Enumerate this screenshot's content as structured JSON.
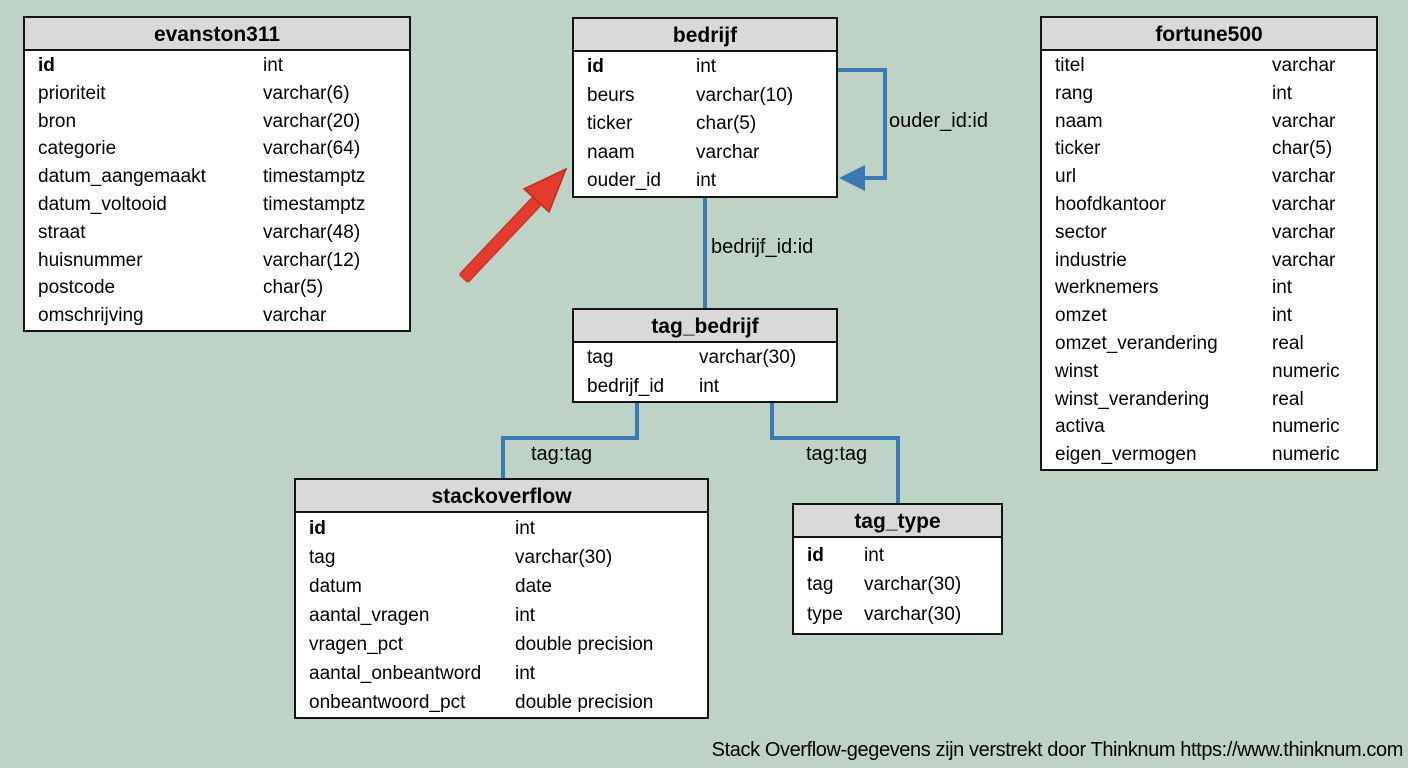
{
  "diagram_title": "database schema: Stack Overflow / Fortune 500 tag diagram (Dutch)",
  "colors": {
    "background": "#bed3c6",
    "table_header_bg": "#d9d9d9",
    "table_body_bg": "#ffffff",
    "table_border": "#141414",
    "relation_line_blue": "#3b79b5",
    "annotation_arrow_red": "#e53b2d",
    "text": "#000000"
  },
  "icons": {
    "red_arrow": "diagonal-arrow-pointing-up-right-at-bedrijf-table"
  },
  "tables": [
    {
      "title": "evanston311",
      "fields": [
        {
          "name": "id",
          "type": "int",
          "pk": true
        },
        {
          "name": "prioriteit",
          "type": "varchar(6)",
          "pk": false
        },
        {
          "name": "bron",
          "type": "varchar(20)",
          "pk": false
        },
        {
          "name": "categorie",
          "type": "varchar(64)",
          "pk": false
        },
        {
          "name": "datum_aangemaakt",
          "type": "timestamptz",
          "pk": false
        },
        {
          "name": "datum_voltooid",
          "type": "timestamptz",
          "pk": false
        },
        {
          "name": "straat",
          "type": "varchar(48)",
          "pk": false
        },
        {
          "name": "huisnummer",
          "type": "varchar(12)",
          "pk": false
        },
        {
          "name": "postcode",
          "type": "char(5)",
          "pk": false
        },
        {
          "name": "omschrijving",
          "type": "varchar",
          "pk": false
        }
      ]
    },
    {
      "title": "bedrijf",
      "fields": [
        {
          "name": "id",
          "type": "int",
          "pk": true
        },
        {
          "name": "beurs",
          "type": "varchar(10)",
          "pk": false
        },
        {
          "name": "ticker",
          "type": "char(5)",
          "pk": false
        },
        {
          "name": "naam",
          "type": "varchar",
          "pk": false
        },
        {
          "name": "ouder_id",
          "type": "int",
          "pk": false
        }
      ]
    },
    {
      "title": "fortune500",
      "fields": [
        {
          "name": "titel",
          "type": "varchar",
          "pk": false
        },
        {
          "name": "rang",
          "type": "int",
          "pk": false
        },
        {
          "name": "naam",
          "type": "varchar",
          "pk": false
        },
        {
          "name": "ticker",
          "type": "char(5)",
          "pk": false
        },
        {
          "name": "url",
          "type": "varchar",
          "pk": false
        },
        {
          "name": "hoofdkantoor",
          "type": "varchar",
          "pk": false
        },
        {
          "name": "sector",
          "type": "varchar",
          "pk": false
        },
        {
          "name": "industrie",
          "type": "varchar",
          "pk": false
        },
        {
          "name": "werknemers",
          "type": "int",
          "pk": false
        },
        {
          "name": "omzet",
          "type": "int",
          "pk": false
        },
        {
          "name": "omzet_verandering",
          "type": "real",
          "pk": false
        },
        {
          "name": "winst",
          "type": "numeric",
          "pk": false
        },
        {
          "name": "winst_verandering",
          "type": "real",
          "pk": false
        },
        {
          "name": "activa",
          "type": "numeric",
          "pk": false
        },
        {
          "name": "eigen_vermogen",
          "type": "numeric",
          "pk": false
        }
      ]
    },
    {
      "title": "tag_bedrijf",
      "fields": [
        {
          "name": "tag",
          "type": "varchar(30)",
          "pk": false
        },
        {
          "name": "bedrijf_id",
          "type": "int",
          "pk": false
        }
      ]
    },
    {
      "title": "stackoverflow",
      "fields": [
        {
          "name": "id",
          "type": "int",
          "pk": true
        },
        {
          "name": "tag",
          "type": "varchar(30)",
          "pk": false
        },
        {
          "name": "datum",
          "type": "date",
          "pk": false
        },
        {
          "name": "aantal_vragen",
          "type": "int",
          "pk": false
        },
        {
          "name": "vragen_pct",
          "type": "double precision",
          "pk": false
        },
        {
          "name": "aantal_onbeantword",
          "type": "int",
          "pk": false
        },
        {
          "name": "onbeantwoord_pct",
          "type": "double precision",
          "pk": false
        }
      ]
    },
    {
      "title": "tag_type",
      "fields": [
        {
          "name": "id",
          "type": "int",
          "pk": true
        },
        {
          "name": "tag",
          "type": "varchar(30)",
          "pk": false
        },
        {
          "name": "type",
          "type": "varchar(30)",
          "pk": false
        }
      ]
    }
  ],
  "relations": [
    {
      "label": "ouder_id:id",
      "from_table": "bedrijf",
      "from_field": "ouder_id",
      "to_table": "bedrijf",
      "to_field": "id"
    },
    {
      "label": "bedrijf_id:id",
      "from_table": "tag_bedrijf",
      "from_field": "bedrijf_id",
      "to_table": "bedrijf",
      "to_field": "id"
    },
    {
      "label": "tag:tag",
      "from_table": "stackoverflow",
      "from_field": "tag",
      "to_table": "tag_bedrijf",
      "to_field": "tag"
    },
    {
      "label": "tag:tag",
      "from_table": "tag_type",
      "from_field": "tag",
      "to_table": "tag_bedrijf",
      "to_field": "tag"
    }
  ],
  "caption": "Stack Overflow-gegevens zijn verstrekt door Thinknum https://www.thinknum.com"
}
